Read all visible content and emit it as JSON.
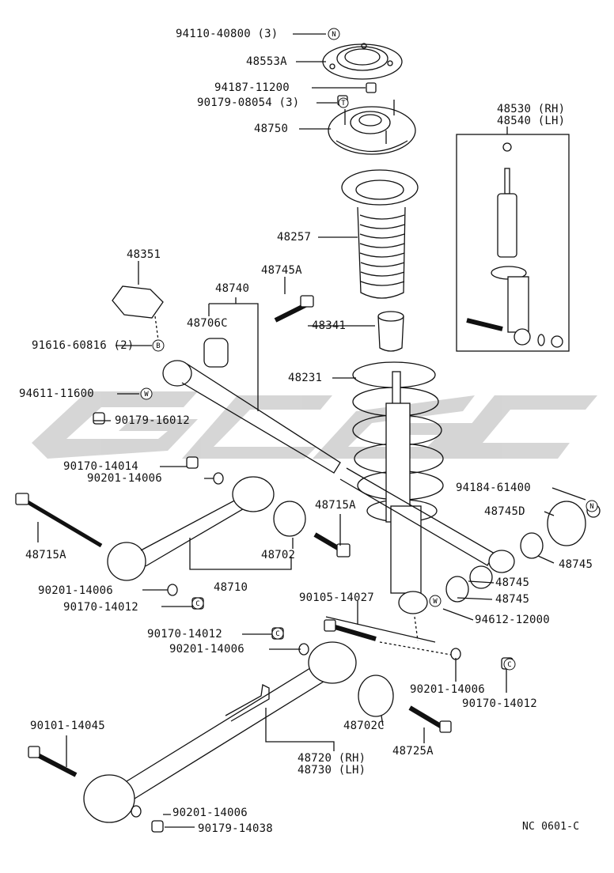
{
  "labels": {
    "p94110_40800": "94110-40800 (3)",
    "p48553A": "48553A",
    "p94187_11200": "94187-11200",
    "p90179_08054": "90179-08054 (3)",
    "p48750": "48750",
    "p48530": "48530 (RH)",
    "p48540": "48540 (LH)",
    "p48257": "48257",
    "p48351": "48351",
    "p48740": "48740",
    "p48745A": "48745A",
    "p48706C": "48706C",
    "p48341": "48341",
    "p91616": "91616-60816 (2)",
    "p48231": "48231",
    "p94611": "94611-11600",
    "p90179_16012": "90179-16012",
    "p90170_14014": "90170-14014",
    "p90201_14006_a": "90201-14006",
    "p94184": "94184-61400",
    "p48715A_r": "48715A",
    "p48745D": "48745D",
    "p48715A_l": "48715A",
    "p48702": "48702",
    "p48745_a": "48745",
    "p48745_b": "48745",
    "p48745_c": "48745",
    "p90201_14006_b": "90201-14006",
    "p48710": "48710",
    "p90105_14027": "90105-14027",
    "p90170_14012_a": "90170-14012",
    "p94612": "94612-12000",
    "p90170_14012_b": "90170-14012",
    "p90201_14006_c": "90201-14006",
    "p90201_14006_d": "90201-14006",
    "p90170_14012_c": "90170-14012",
    "p90101_14045": "90101-14045",
    "p48702C": "48702C",
    "p48725A": "48725A",
    "p48720": "48720 (RH)",
    "p48730": "48730 (LH)",
    "p90201_14006_e": "90201-14006",
    "p90179_14038": "90179-14038",
    "code": "NC 0601-C"
  },
  "markers": {
    "n": "N",
    "t": "T",
    "b": "B",
    "w": "W",
    "c": "C"
  },
  "watermark_color": "#c8c8c8"
}
